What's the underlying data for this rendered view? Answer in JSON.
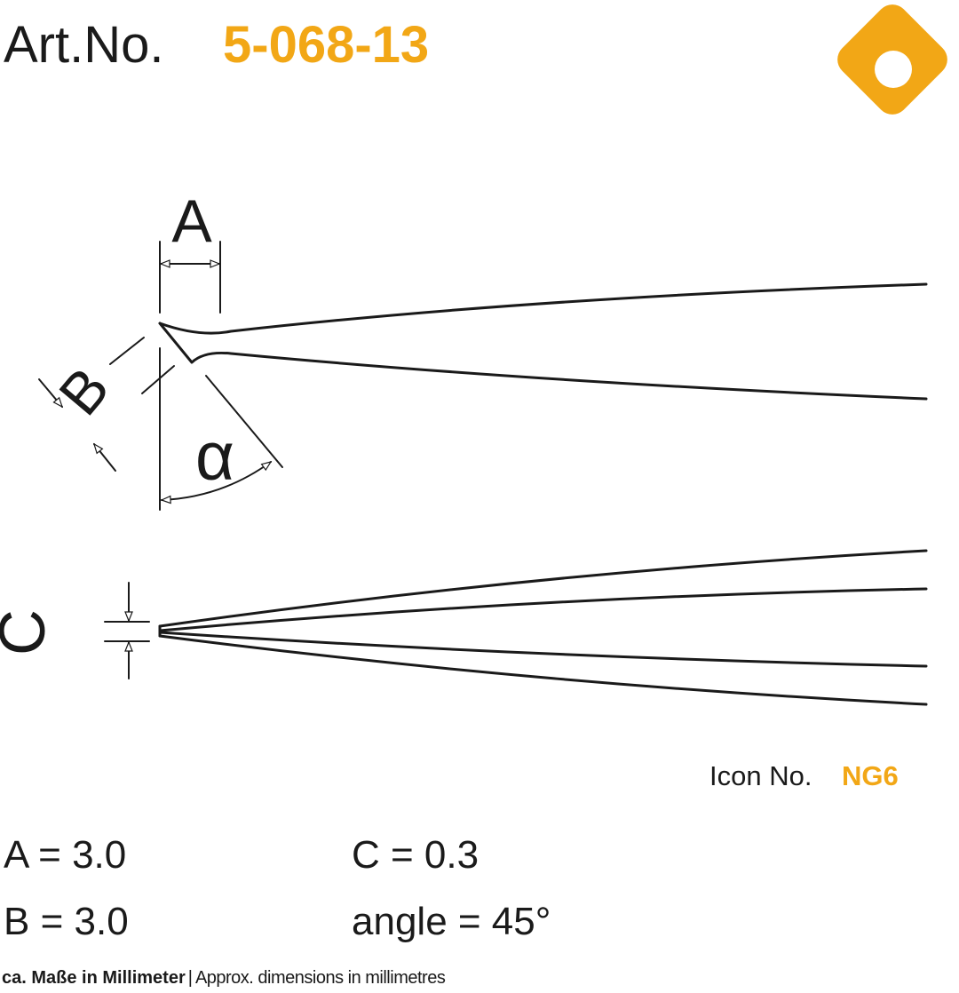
{
  "header": {
    "label": "Art.No.",
    "value": "5-068-13"
  },
  "logo": {
    "icon": "diamond-ring-logo-icon",
    "color": "#f2a716"
  },
  "colors": {
    "accent": "#f2a716",
    "text": "#1a1a1a",
    "line": "#1a1a1a"
  },
  "diagram": {
    "labels": {
      "a": "A",
      "b": "B",
      "alpha": "α",
      "c": "C"
    }
  },
  "icon_no": {
    "label": "Icon No.",
    "value": "NG6"
  },
  "dimensions": {
    "a": "A  =  3.0",
    "b": "B = 3.0",
    "c": "C = 0.3",
    "angle": "angle = 45°"
  },
  "footer": {
    "german": "ca. Maße in Millimeter",
    "separator": "|",
    "english": "Approx. dimensions in millimetres"
  }
}
